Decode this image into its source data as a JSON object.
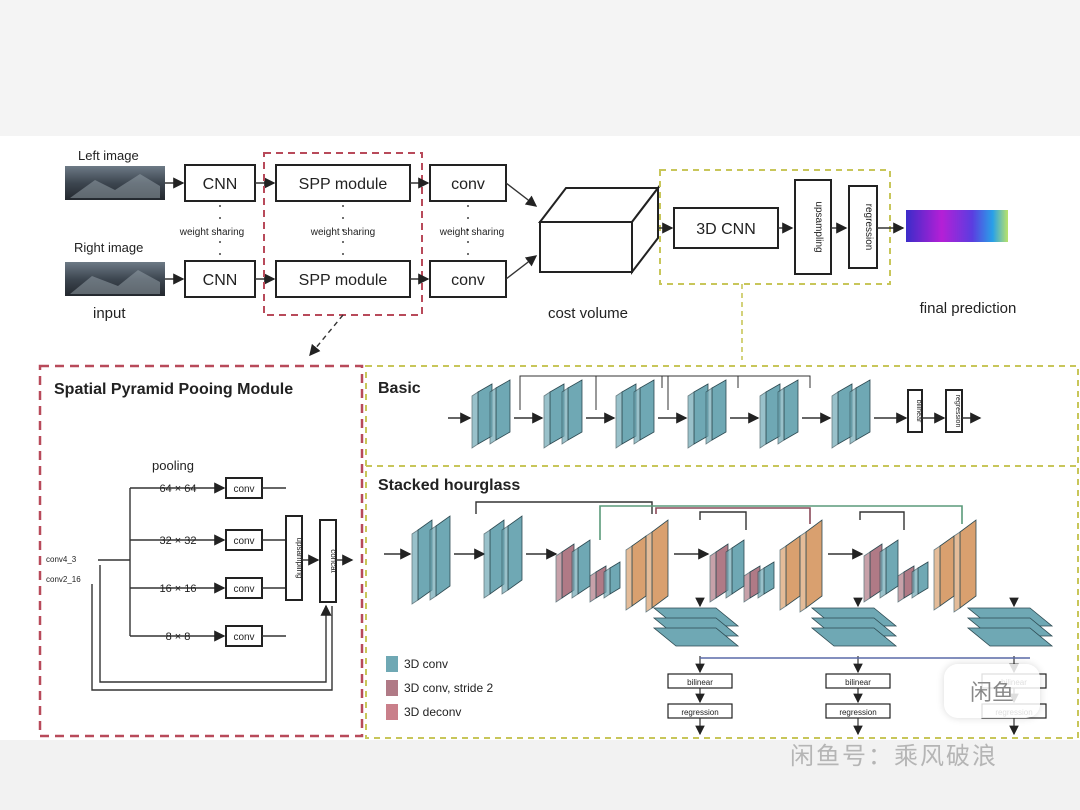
{
  "top": {
    "left_image_label": "Left image",
    "right_image_label": "Right image",
    "input_label": "input",
    "cnn_label": "CNN",
    "spp_label": "SPP module",
    "conv_label": "conv",
    "weight_sharing": "weight sharing",
    "cost_volume_label": "cost volume",
    "cnn3d_label": "3D CNN",
    "upsampling_label": "upsampling",
    "regression_label": "regression",
    "final_prediction_label": "final prediction"
  },
  "spp": {
    "title": "Spatial Pyramid Pooing Module",
    "pooling_label": "pooling",
    "pool_sizes": [
      "64 × 64",
      "32 × 32",
      "16 × 16",
      "8 × 8"
    ],
    "conv_label": "conv",
    "inputs": [
      "conv4_3",
      "conv2_16"
    ],
    "upsampling_label": "upsampling",
    "concat_label": "concat"
  },
  "basic": {
    "title": "Basic",
    "upsample_label": "bilinear",
    "regression_label": "regression"
  },
  "hourglass": {
    "title": "Stacked hourglass",
    "bilinear_label": "bilinear",
    "regression_label": "regression"
  },
  "legend": {
    "items": [
      {
        "label": "3D conv",
        "color": "#6fa8b4"
      },
      {
        "label": "3D conv, stride 2",
        "color": "#b07a86"
      },
      {
        "label": "3D deconv",
        "color": "#c97f8a"
      }
    ],
    "deconv_color": "#d9a06f"
  },
  "watermark": {
    "text": "闲鱼号：乘风破浪",
    "badge": "闲鱼"
  }
}
